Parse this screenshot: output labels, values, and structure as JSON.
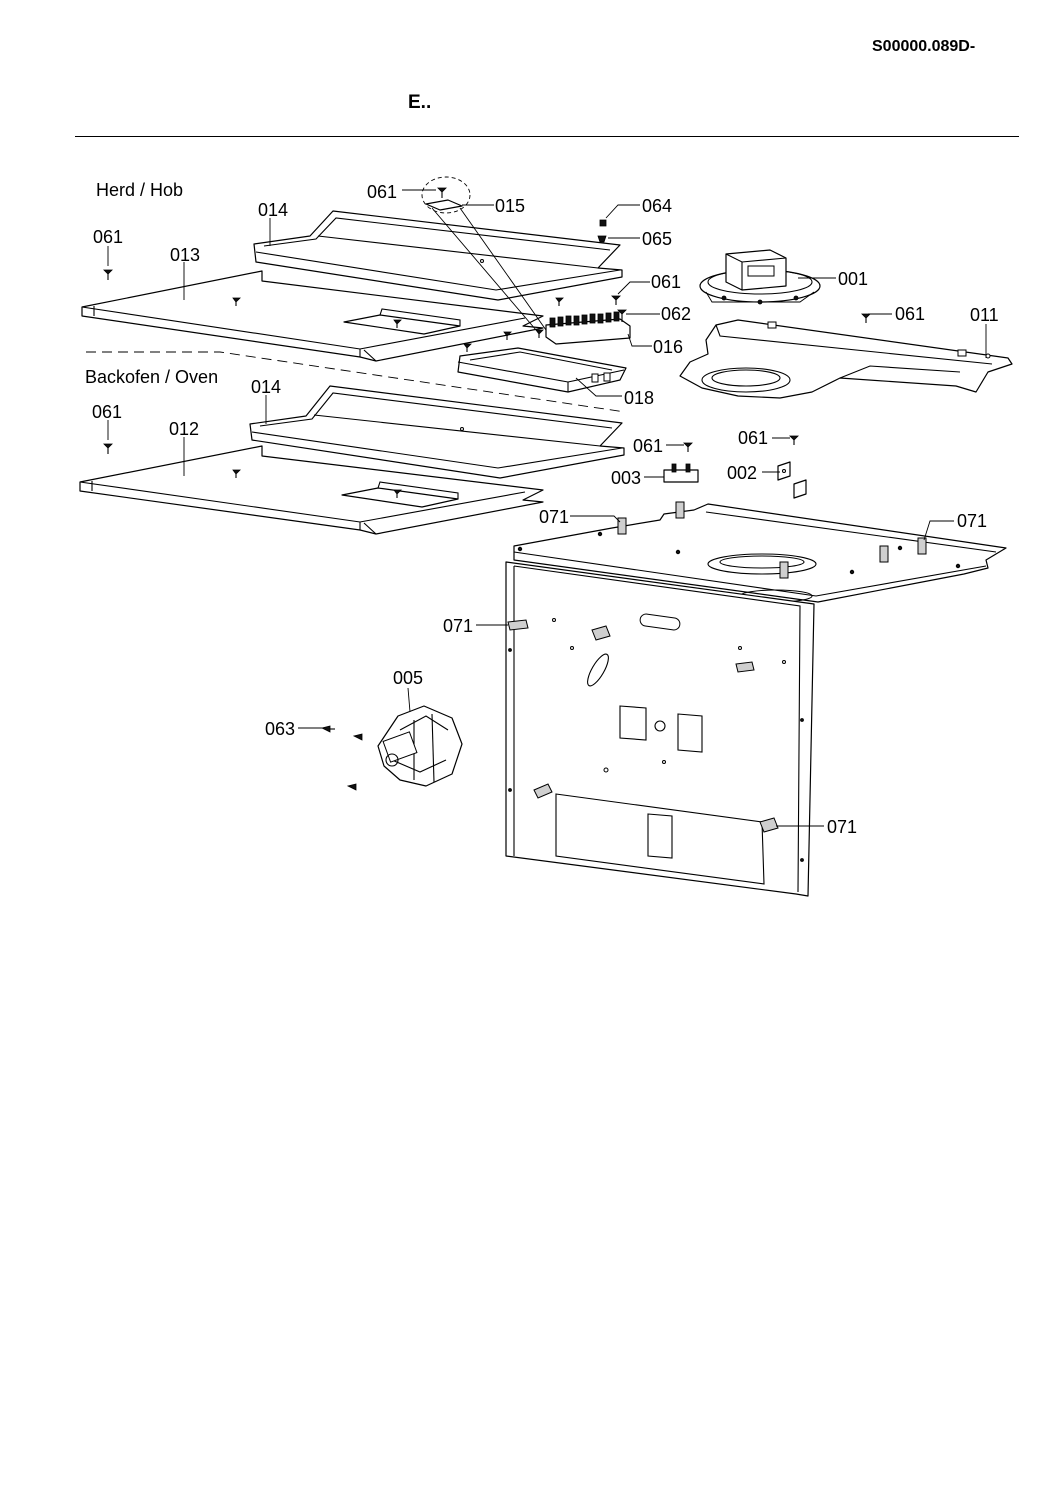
{
  "header": {
    "document_code": "S00000.089D-",
    "model": "E.."
  },
  "sections": {
    "hob": "Herd / Hob",
    "oven": "Backofen / Oven"
  },
  "callouts": {
    "c061_top": "061",
    "c015": "015",
    "c064": "064",
    "c065": "065",
    "c014_hob": "014",
    "c061_hob_left": "061",
    "c013": "013",
    "c061_b": "061",
    "c001": "001",
    "c062": "062",
    "c061_c": "061",
    "c011": "011",
    "c016": "016",
    "c018": "018",
    "c014_oven": "014",
    "c061_oven_left": "061",
    "c012": "012",
    "c061_d": "061",
    "c061_e": "061",
    "c003": "003",
    "c002": "002",
    "c071_a": "071",
    "c071_b": "071",
    "c071_c": "071",
    "c071_d": "071",
    "c005": "005",
    "c063": "063"
  }
}
